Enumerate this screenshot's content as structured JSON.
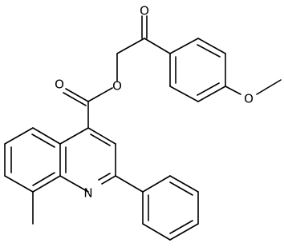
{
  "diagram": {
    "type": "skeletal-structure",
    "colors": {
      "bond": "#000000",
      "label": "#000000",
      "background": "#ffffff"
    },
    "atom_labels": {
      "ketone_oxygen": "O",
      "ester_ether_oxygen": "O",
      "ester_carbonyl_oxygen": "O",
      "methoxy_oxygen": "O",
      "quinoline_nitrogen": "N"
    }
  }
}
